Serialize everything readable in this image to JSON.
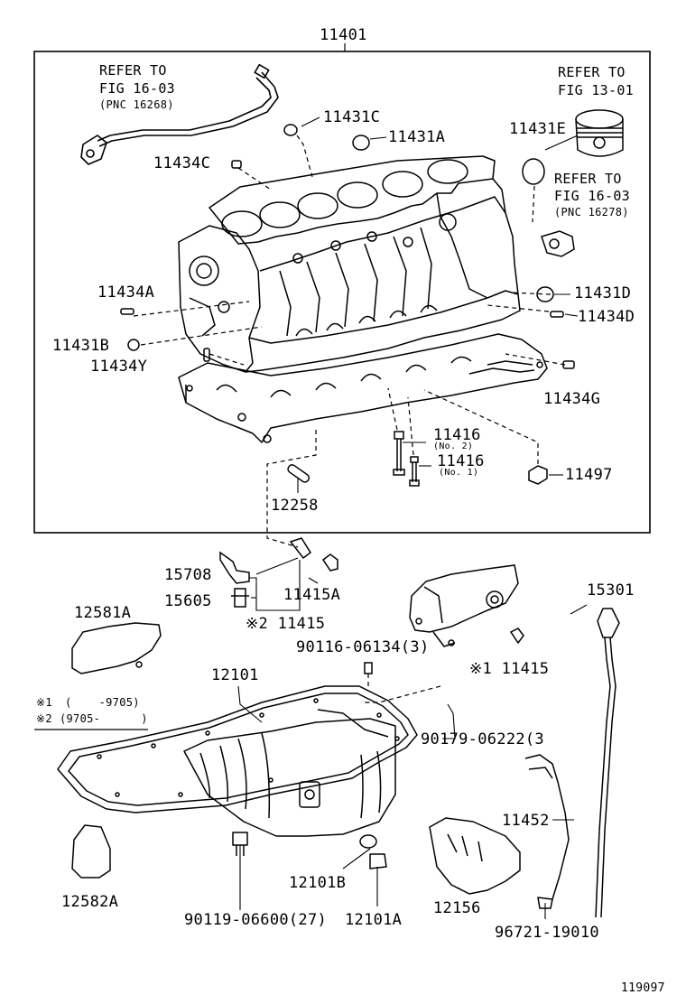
{
  "diagram": {
    "title_part": "11401",
    "diagram_code": "119097",
    "refs": {
      "top_left": {
        "line1": "REFER TO",
        "line2": "FIG 16-03",
        "line3": "(PNC 16268)"
      },
      "top_right": {
        "line1": "REFER TO",
        "line2": "FIG 13-01"
      },
      "right_mid": {
        "line1": "REFER TO",
        "line2": "FIG 16-03",
        "line3": "(PNC 16278)"
      }
    },
    "parts": {
      "p11431C": "11431C",
      "p11431A": "11431A",
      "p11431E": "11431E",
      "p11434C": "11434C",
      "p11434A": "11434A",
      "p11431D": "11431D",
      "p11434D": "11434D",
      "p11431B": "11431B",
      "p11434Y": "11434Y",
      "p11434G": "11434G",
      "p11416_no2": "11416",
      "p11416_no2_note": "(No. 2)",
      "p11416_no1": "11416",
      "p11416_no1_note": "(No. 1)",
      "p11497": "11497",
      "p12258": "12258",
      "p15708": "15708",
      "p11415A": "11415A",
      "p15605": "15605",
      "p11415_2": "※2 11415",
      "p12581A": "12581A",
      "p90116": "90116-06134(3)",
      "p11415_1": "※1 11415",
      "p15301": "15301",
      "p12101": "12101",
      "p90179": "90179-06222(3",
      "p11452": "11452",
      "p12582A": "12582A",
      "p12101B": "12101B",
      "p12156": "12156",
      "p12101A": "12101A",
      "p90119": "90119-06600(27)",
      "p96721": "96721-19010"
    },
    "legend": {
      "row1_mark": "※1",
      "row1_range": "(    -9705)",
      "row2_mark": "※2",
      "row2_range": "(9705-      )"
    }
  }
}
